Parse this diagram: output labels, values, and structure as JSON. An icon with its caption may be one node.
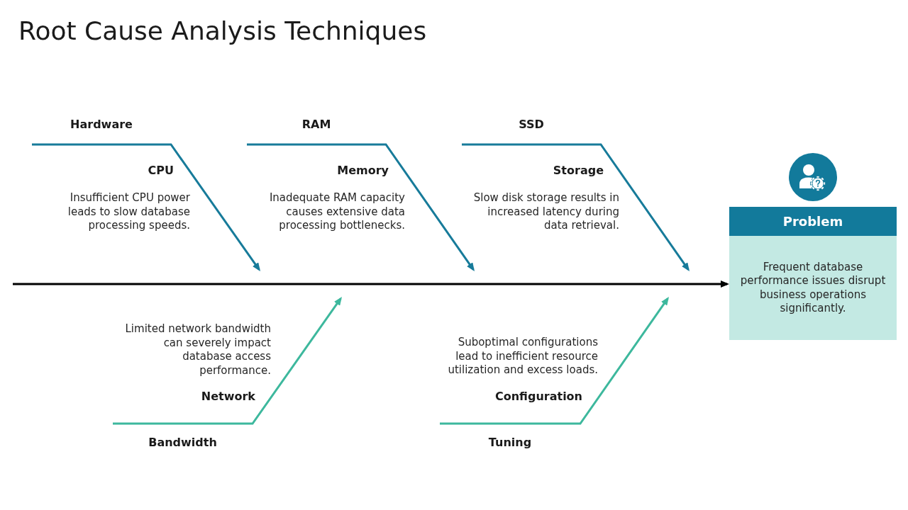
{
  "diagram": {
    "title": "Root Cause Analysis Techniques",
    "nodes": [
      {
        "text": [
          "Hardware"
        ],
        "beside": [
          "CPU",
          "Insufficient CPU power leads to slow database processing speeds."
        ]
      },
      {
        "text": [
          "RAM"
        ],
        "beside": [
          "Memory",
          "Inadequate RAM capacity causes extensive data processing bottlenecks."
        ]
      },
      {
        "text": [
          "SSD"
        ],
        "beside": [
          "Storage",
          "Slow disk storage results in increased latency during data retrieval."
        ]
      },
      {
        "text": [
          "Bandwidth"
        ],
        "beside": [
          "Network",
          "Limited network bandwidth can severely impact database access performance."
        ]
      },
      {
        "text": [
          "Tuning"
        ],
        "beside": [
          "Configuration",
          "Suboptimal configurations lead to inefficient resource utilization and excess loads."
        ]
      },
      {
        "text": [
          "Problem",
          "Frequent database performance issues disrupt business operations significantly."
        ]
      }
    ],
    "edges": [
      {
        "from": 0,
        "to": null,
        "arrow": "to"
      },
      {
        "from": 1,
        "to": null,
        "arrow": "to"
      },
      {
        "from": 2,
        "to": null,
        "arrow": "to"
      },
      {
        "from": 3,
        "to": null,
        "arrow": "to",
        "color": "#3db89d"
      },
      {
        "from": 4,
        "to": null,
        "arrow": "to",
        "color": "#3db89d"
      },
      {
        "from": null,
        "to": 5,
        "arrow": "to",
        "color": "#000000"
      }
    ]
  }
}
